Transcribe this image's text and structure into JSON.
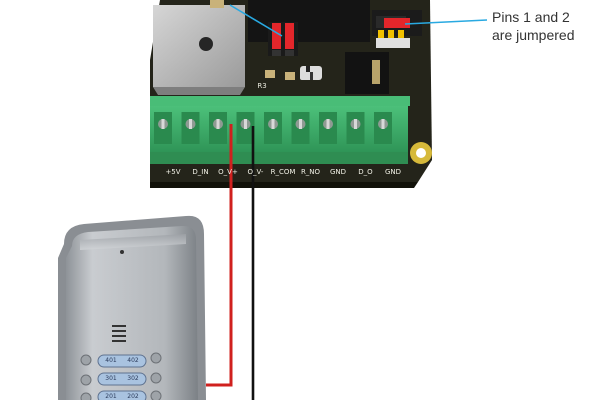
{
  "callout": {
    "line1": "Pins 1 and 2",
    "line2": "are jumpered"
  },
  "terminal_labels": [
    "+5V",
    "D_IN",
    "O_V+",
    "O_V-",
    "R_COM",
    "R_NO",
    "GND",
    "D_O",
    "GND"
  ],
  "panel_buttons": [
    {
      "left": "401",
      "right": "402"
    },
    {
      "left": "301",
      "right": "302"
    },
    {
      "left": "201",
      "right": "202"
    }
  ],
  "component_labels": {
    "r3": "R3"
  },
  "colors": {
    "pcb": "#222218",
    "terminal_block": "#3aa866",
    "terminal_dark": "#2a8a4e",
    "jumper_red": "#e3262b",
    "callout_line": "#29a9e1",
    "wire_red": "#d0201e",
    "wire_black": "#111111",
    "panel_body": "#bfc3c8"
  }
}
